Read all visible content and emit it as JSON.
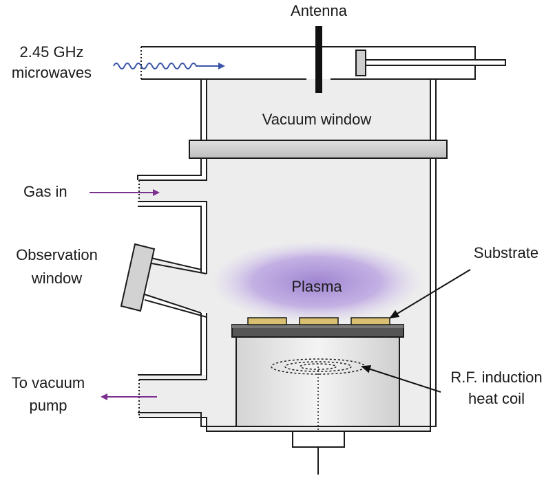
{
  "labels": {
    "antenna": "Antenna",
    "microwaves_line1": "2.45 GHz",
    "microwaves_line2": "microwaves",
    "vacuum_window": "Vacuum window",
    "gas_in": "Gas in",
    "observation_line1": "Observation",
    "observation_line2": "window",
    "substrate": "Substrate",
    "plasma": "Plasma",
    "vacuum_pump_line1": "To vacuum",
    "vacuum_pump_line2": "pump",
    "heat_coil_line1": "R.F. induction",
    "heat_coil_line2": "heat coil"
  },
  "colors": {
    "microwave_arrow": "#3b55a6",
    "gas_arrow": "#7b2f8f",
    "plasma_glow": "#9b7fcf",
    "substrate_pads": "#d8c070",
    "chamber_fill": "#e8e8e8",
    "outline": "#1a1a1a"
  }
}
